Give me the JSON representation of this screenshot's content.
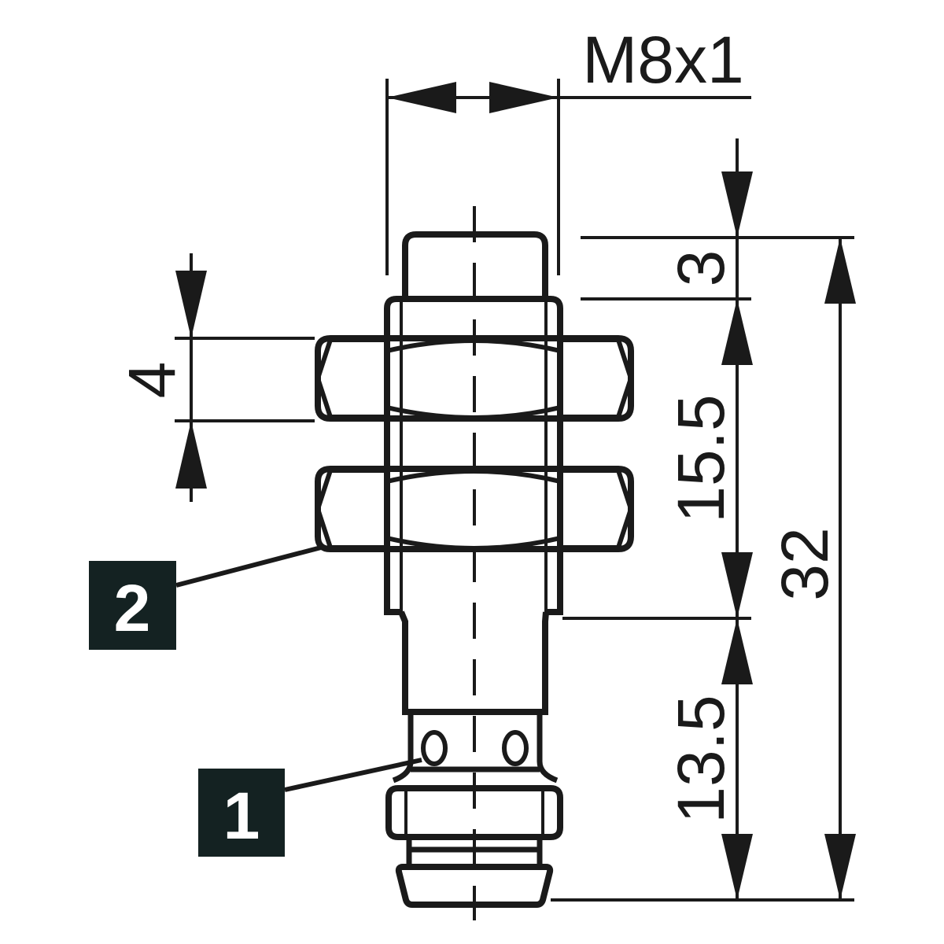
{
  "drawing": {
    "thread_label": "M8x1",
    "dim_nut_thickness": "4",
    "dim_top": "3",
    "dim_thread": "15.5",
    "dim_connector": "13.5",
    "dim_total": "32",
    "callout_1": "1",
    "callout_2": "2",
    "callout_color": "#142222"
  }
}
